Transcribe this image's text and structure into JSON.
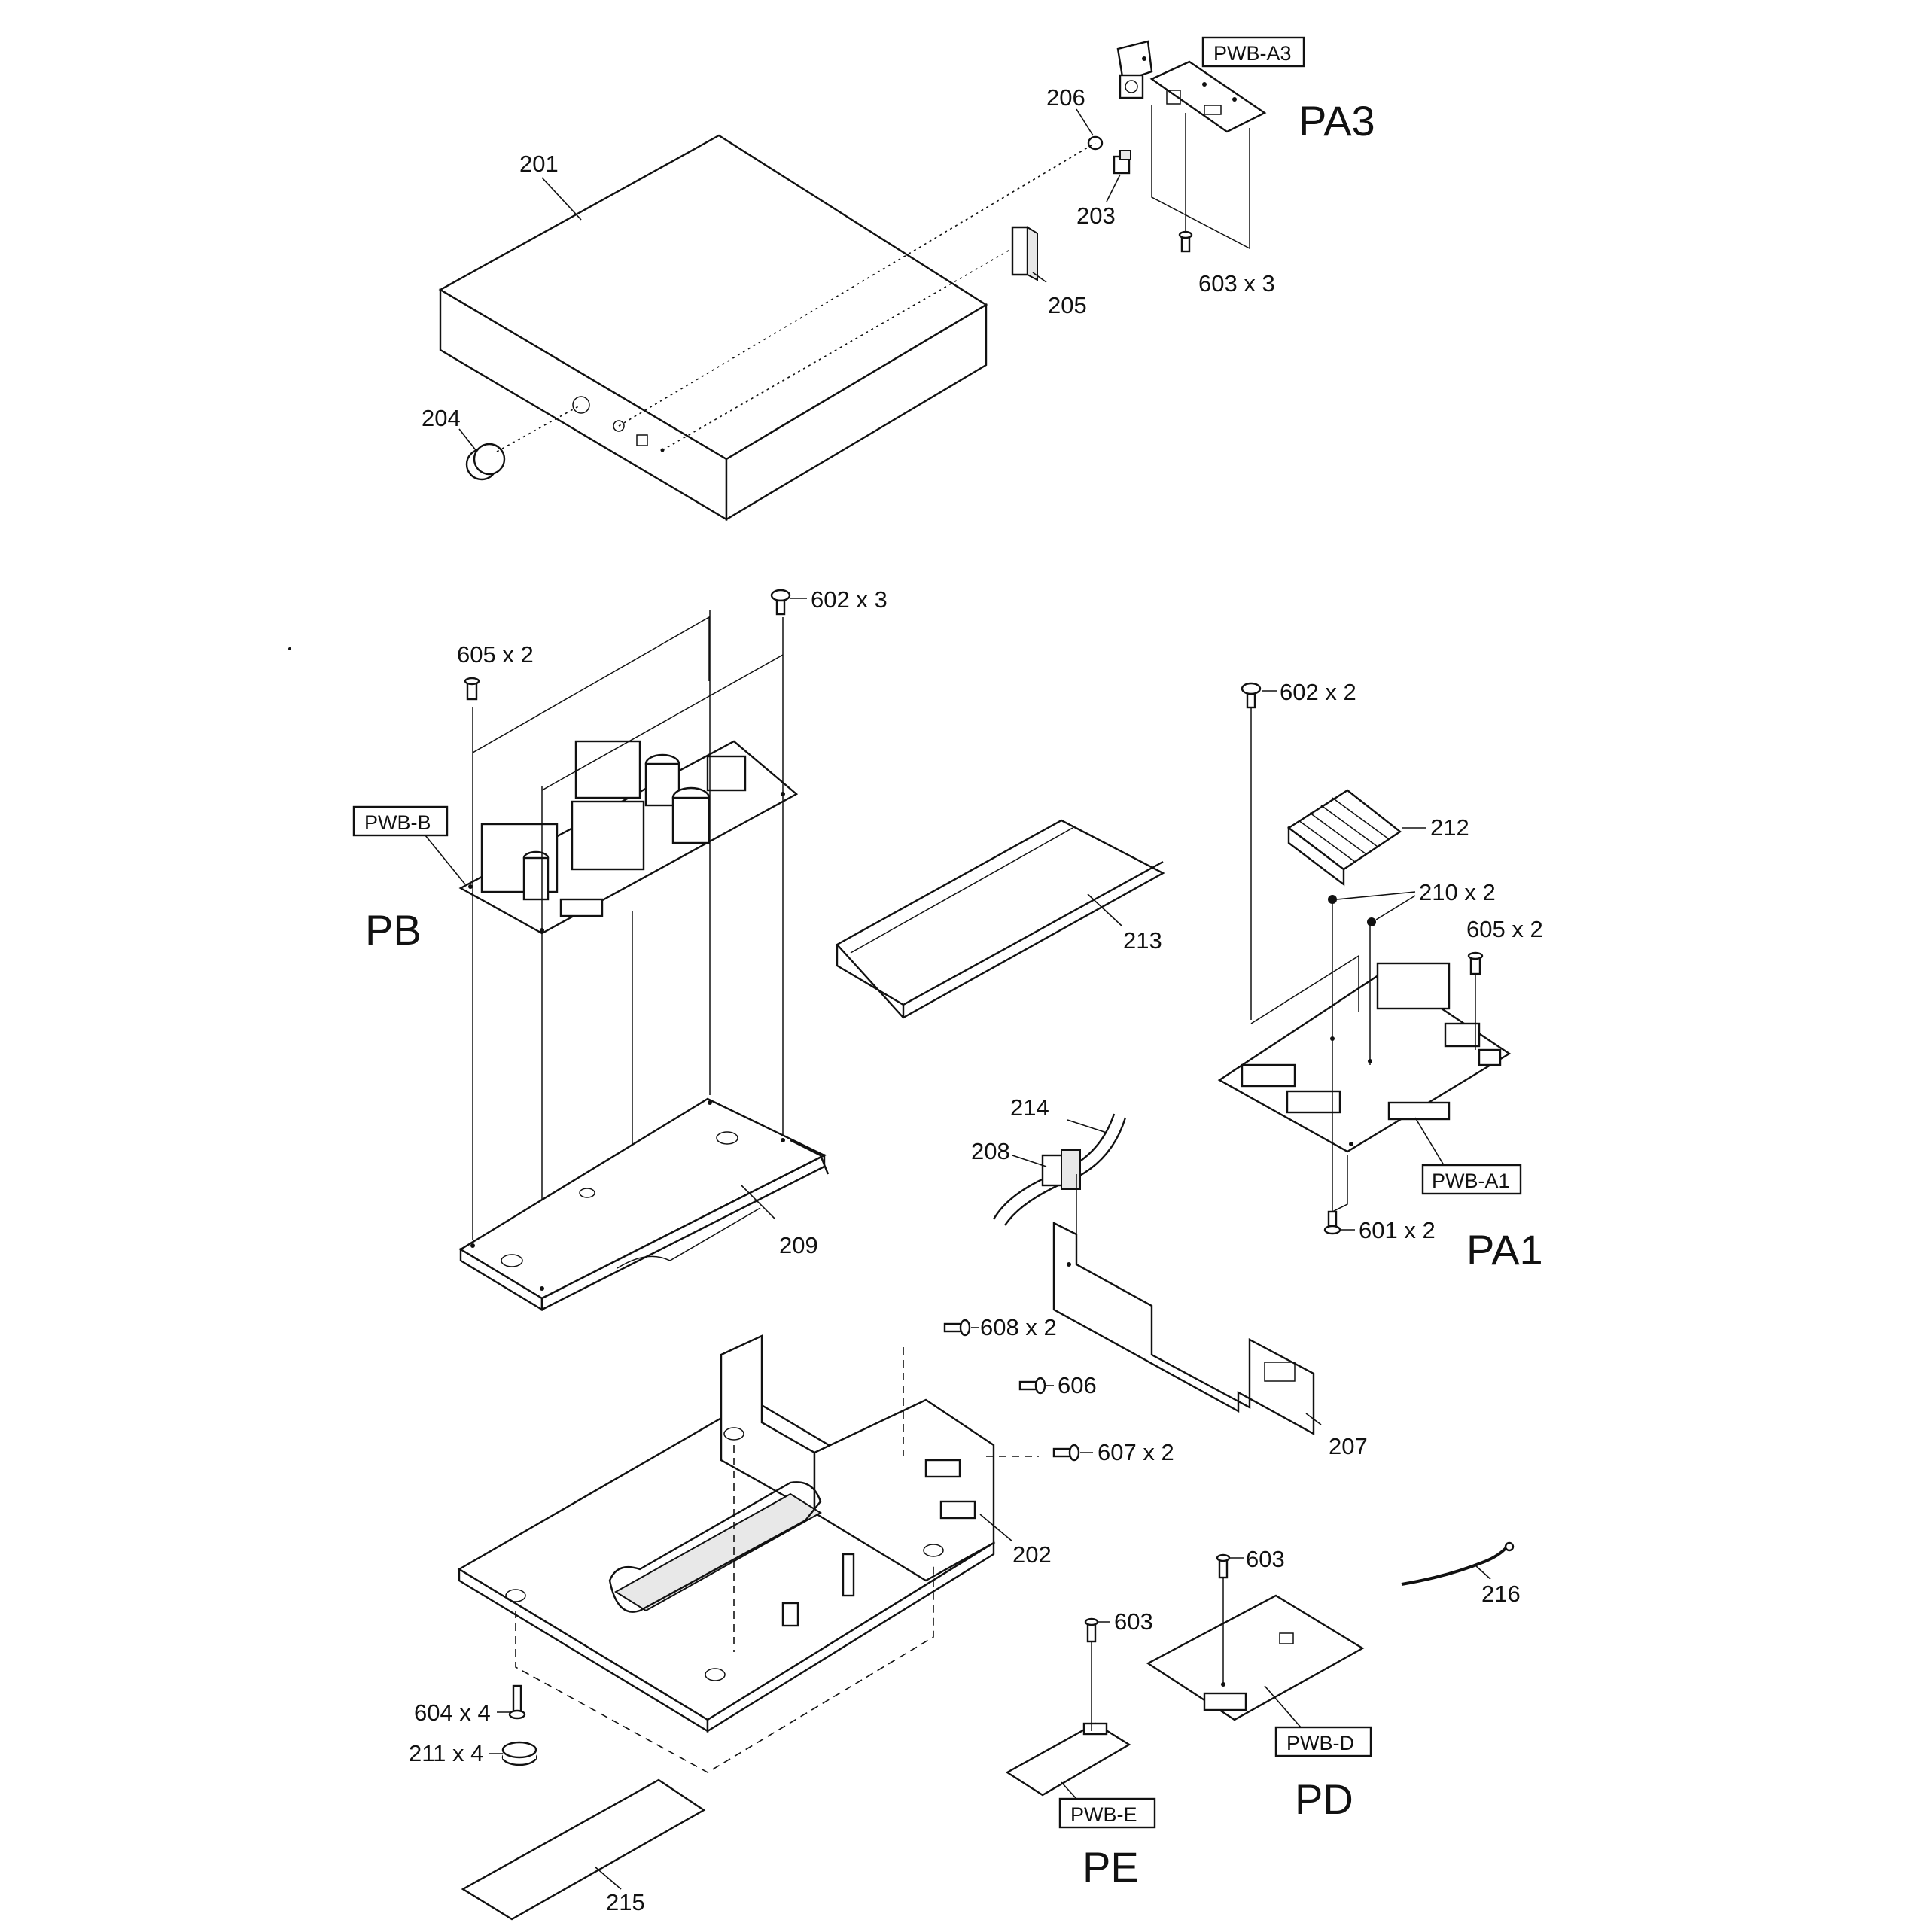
{
  "parts": {
    "p201": "201",
    "p202": "202",
    "p203": "203",
    "p204": "204",
    "p205": "205",
    "p206": "206",
    "p207": "207",
    "p208": "208",
    "p209": "209",
    "p210": "210 x 2",
    "p211": "211 x 4",
    "p212": "212",
    "p213": "213",
    "p214": "214",
    "p215": "215",
    "p216": "216",
    "s601": "601 x 2",
    "s602a": "602 x 3",
    "s602b": "602 x 2",
    "s603a": "603 x 3",
    "s603b": "603",
    "s603c": "603",
    "s604": "604 x 4",
    "s605a": "605 x 2",
    "s605b": "605 x 2",
    "s606": "606",
    "s607": "607 x 2",
    "s608": "608 x 2"
  },
  "boards": {
    "pwb_a3": "PWB-A3",
    "pwb_b": "PWB-B",
    "pwb_a1": "PWB-A1",
    "pwb_d": "PWB-D",
    "pwb_e": "PWB-E"
  },
  "groups": {
    "pa3": "PA3",
    "pb": "PB",
    "pa1": "PA1",
    "pd": "PD",
    "pe": "PE"
  }
}
